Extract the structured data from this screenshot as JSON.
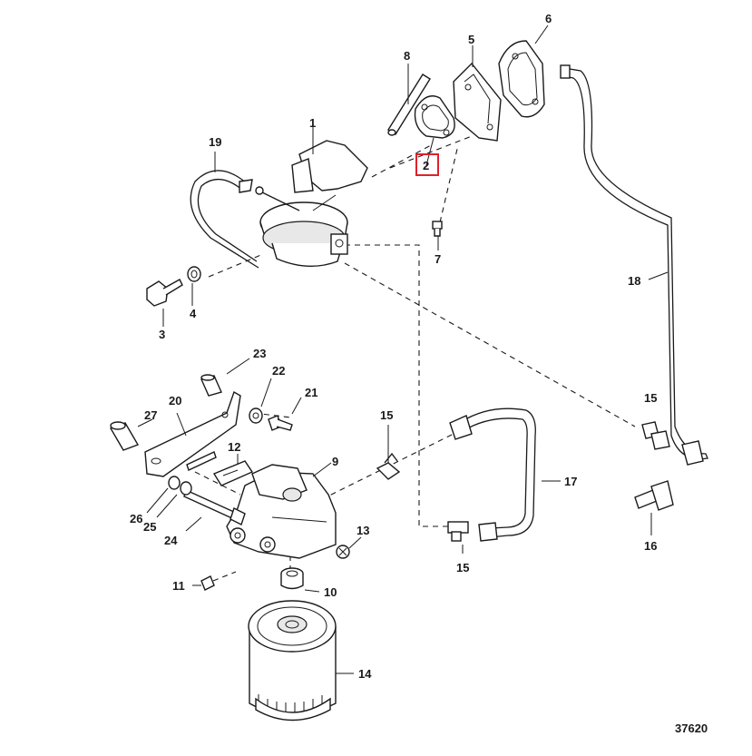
{
  "diagram": {
    "figure_number": "37620",
    "highlight_color": "#e0202a",
    "callouts": [
      {
        "id": "c1",
        "text": "1"
      },
      {
        "id": "c2",
        "text": "2",
        "highlighted": true
      },
      {
        "id": "c3",
        "text": "3"
      },
      {
        "id": "c4",
        "text": "4"
      },
      {
        "id": "c5",
        "text": "5"
      },
      {
        "id": "c6",
        "text": "6"
      },
      {
        "id": "c7",
        "text": "7"
      },
      {
        "id": "c8",
        "text": "8"
      },
      {
        "id": "c9",
        "text": "9"
      },
      {
        "id": "c10",
        "text": "10"
      },
      {
        "id": "c11",
        "text": "11"
      },
      {
        "id": "c12",
        "text": "12"
      },
      {
        "id": "c13",
        "text": "13"
      },
      {
        "id": "c14",
        "text": "14"
      },
      {
        "id": "c15a",
        "text": "15"
      },
      {
        "id": "c15b",
        "text": "15"
      },
      {
        "id": "c16",
        "text": "16"
      },
      {
        "id": "c17",
        "text": "17"
      },
      {
        "id": "c18",
        "text": "18"
      },
      {
        "id": "c19",
        "text": "19"
      },
      {
        "id": "c20",
        "text": "20"
      },
      {
        "id": "c21",
        "text": "21"
      },
      {
        "id": "c22",
        "text": "22"
      },
      {
        "id": "c23",
        "text": "23"
      },
      {
        "id": "c24",
        "text": "24"
      },
      {
        "id": "c25",
        "text": "25"
      },
      {
        "id": "c26",
        "text": "26"
      },
      {
        "id": "c27",
        "text": "27"
      }
    ]
  }
}
